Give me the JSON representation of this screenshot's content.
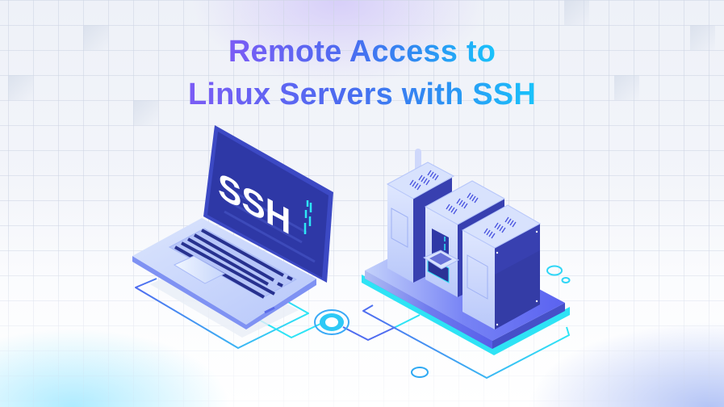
{
  "title": {
    "line1": "Remote Access to",
    "line2": "Linux Servers with SSH"
  },
  "laptop": {
    "screen_text": "SSH"
  },
  "colors": {
    "title_gradient_start": "#7b5cf5",
    "title_gradient_mid": "#3a6ff0",
    "title_gradient_end": "#19c3fb",
    "screen_dark": "#2f3aa8",
    "accent_cyan": "#2de3f5",
    "server_light": "#c9d6fb",
    "server_dark": "#3840b0",
    "platform": "#5b6cf2"
  }
}
